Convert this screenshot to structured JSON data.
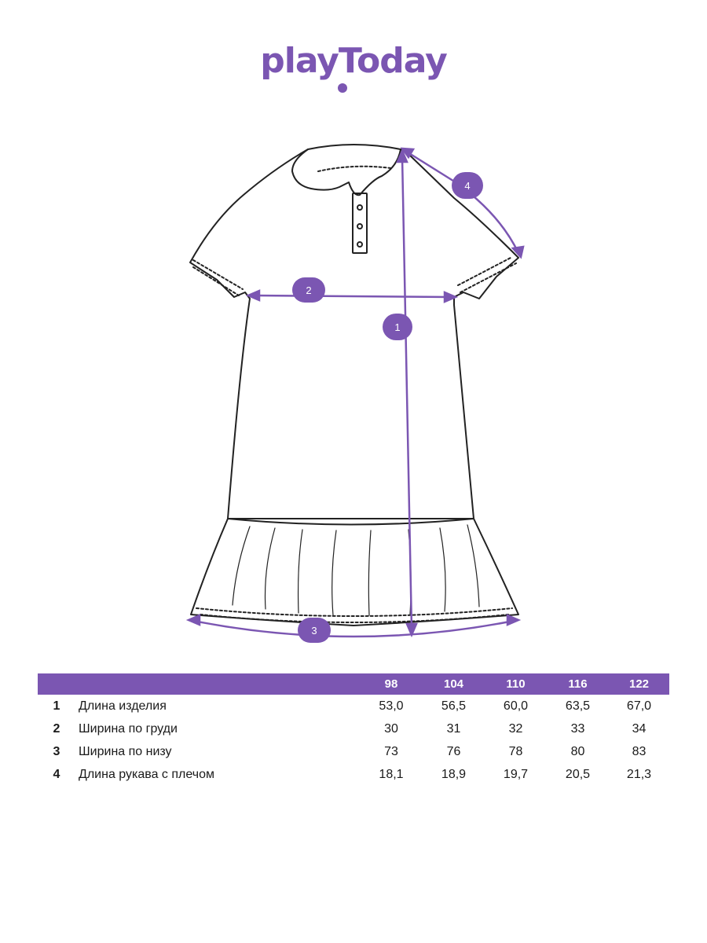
{
  "brand": {
    "logo_text": "playToday",
    "accent": "#7b56b2"
  },
  "markers": {
    "m1": "1",
    "m2": "2",
    "m3": "3",
    "m4": "4"
  },
  "table": {
    "header": [
      "",
      "",
      "98",
      "104",
      "110",
      "116",
      "122"
    ],
    "rows": [
      {
        "n": "1",
        "label": "Длина изделия",
        "values": [
          "53,0",
          "56,5",
          "60,0",
          "63,5",
          "67,0"
        ]
      },
      {
        "n": "2",
        "label": "Ширина по груди",
        "values": [
          "30",
          "31",
          "32",
          "33",
          "34"
        ]
      },
      {
        "n": "3",
        "label": "Ширина по низу",
        "values": [
          "73",
          "76",
          "78",
          "80",
          "83"
        ]
      },
      {
        "n": "4",
        "label": "Длина рукава с плечом",
        "values": [
          "18,1",
          "18,9",
          "19,7",
          "20,5",
          "21,3"
        ]
      }
    ]
  }
}
